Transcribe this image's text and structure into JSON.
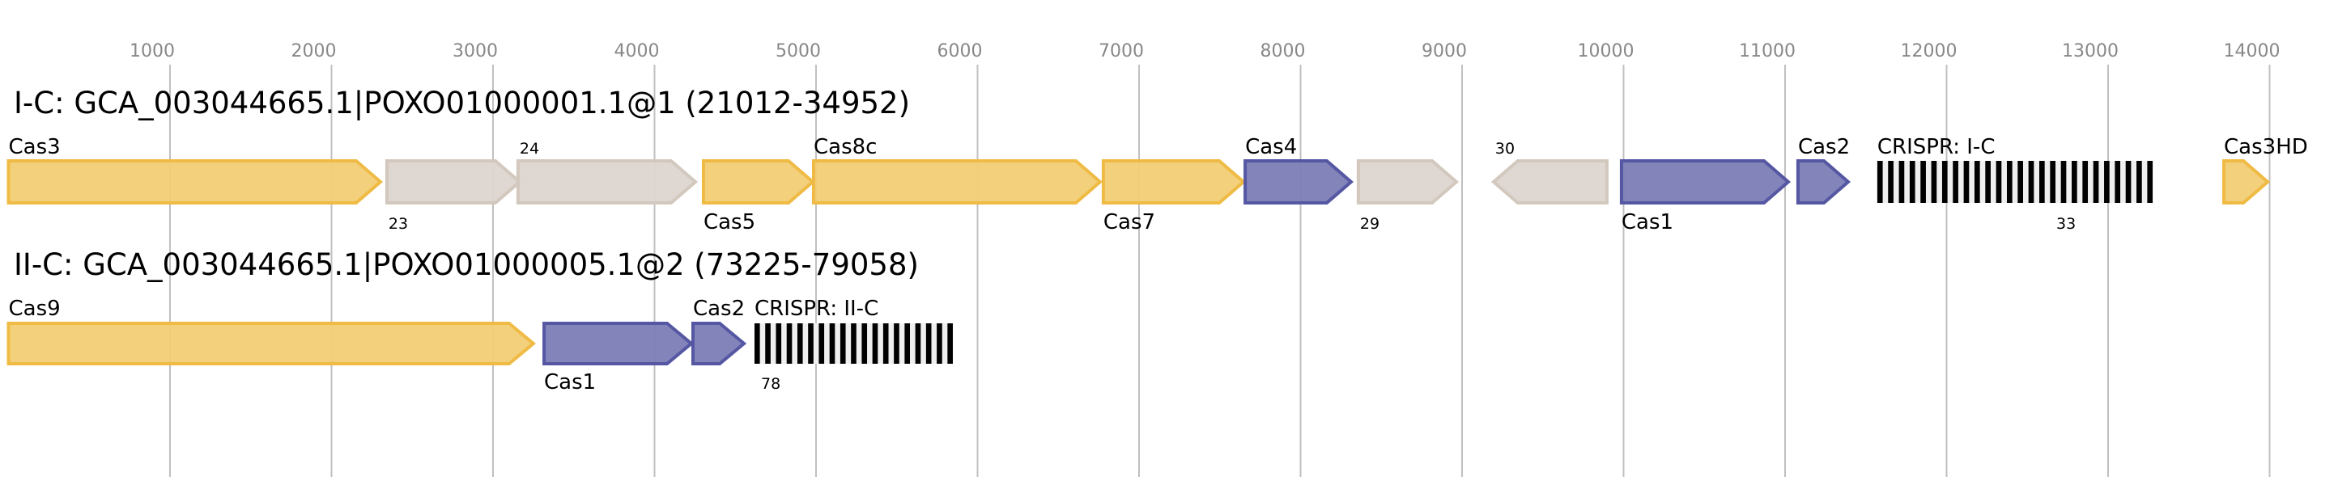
{
  "axis": {
    "ticks": [
      1000,
      2000,
      3000,
      4000,
      5000,
      6000,
      7000,
      8000,
      9000,
      10000,
      11000,
      12000,
      13000,
      14000
    ],
    "range": [
      0,
      14000
    ]
  },
  "colors": {
    "yellow": {
      "fill": "#f2cd75",
      "stroke": "#efbb45"
    },
    "gray": {
      "fill": "#dcd5d0",
      "stroke": "#d3c8be"
    },
    "purple": {
      "fill": "#7b7db6",
      "stroke": "#5557a3"
    },
    "crispr_bar": "#000000",
    "crispr_bg": "#efefef",
    "grid": "#c0c0c0",
    "tick_text": "#888888"
  },
  "loci": [
    {
      "title": "I-C: GCA_003044665.1|POXO01000001.1@1 (21012-34952)",
      "features": [
        {
          "label": "Cas3",
          "start": 0,
          "end": 2303,
          "strand": "+",
          "color": "yellow",
          "label_pos": "above",
          "kind": "gene"
        },
        {
          "label": "23",
          "start": 2343,
          "end": 3165,
          "strand": "+",
          "color": "gray",
          "label_pos": "below",
          "kind": "gene"
        },
        {
          "label": "24",
          "start": 3155,
          "end": 4253,
          "strand": "+",
          "color": "gray",
          "label_pos": "above",
          "kind": "gene"
        },
        {
          "label": "Cas5",
          "start": 4303,
          "end": 4980,
          "strand": "+",
          "color": "yellow",
          "label_pos": "below",
          "kind": "gene"
        },
        {
          "label": "Cas8c",
          "start": 4985,
          "end": 6759,
          "strand": "+",
          "color": "yellow",
          "label_pos": "above",
          "kind": "gene"
        },
        {
          "label": "Cas7",
          "start": 6779,
          "end": 7647,
          "strand": "+",
          "color": "yellow",
          "label_pos": "below",
          "kind": "gene"
        },
        {
          "label": "Cas4",
          "start": 7657,
          "end": 8313,
          "strand": "+",
          "color": "purple",
          "label_pos": "above",
          "kind": "gene"
        },
        {
          "label": "29",
          "start": 8358,
          "end": 8965,
          "strand": "+",
          "color": "gray",
          "label_pos": "below",
          "kind": "gene"
        },
        {
          "label": "30",
          "start": 9195,
          "end": 9897,
          "strand": "-",
          "color": "gray",
          "label_pos": "above",
          "kind": "gene"
        },
        {
          "label": "Cas1",
          "start": 9987,
          "end": 11020,
          "strand": "+",
          "color": "purple",
          "label_pos": "below",
          "kind": "gene"
        },
        {
          "label": "Cas2",
          "start": 11080,
          "end": 11391,
          "strand": "+",
          "color": "purple",
          "label_pos": "above",
          "kind": "gene"
        },
        {
          "label": "CRISPR: I-C",
          "count_label": "33",
          "start": 11571,
          "end": 13276,
          "repeats": 26,
          "label_pos": "above",
          "kind": "crispr"
        },
        {
          "label": "Cas3HD",
          "start": 13717,
          "end": 13988,
          "strand": "+",
          "color": "yellow",
          "label_pos": "above",
          "kind": "gene"
        }
      ]
    },
    {
      "title": "II-C: GCA_003044665.1|POXO01000005.1@2 (73225-79058)",
      "features": [
        {
          "label": "Cas9",
          "start": 0,
          "end": 3250,
          "strand": "+",
          "color": "yellow",
          "label_pos": "above",
          "kind": "gene"
        },
        {
          "label": "Cas1",
          "start": 3316,
          "end": 4228,
          "strand": "+",
          "color": "purple",
          "label_pos": "below",
          "kind": "gene"
        },
        {
          "label": "Cas2",
          "start": 4238,
          "end": 4554,
          "strand": "+",
          "color": "purple",
          "label_pos": "above",
          "kind": "gene"
        },
        {
          "label": "CRISPR: II-C",
          "count_label": "78",
          "start": 4619,
          "end": 5847,
          "repeats": 19,
          "label_pos": "above",
          "kind": "crispr"
        }
      ]
    }
  ]
}
